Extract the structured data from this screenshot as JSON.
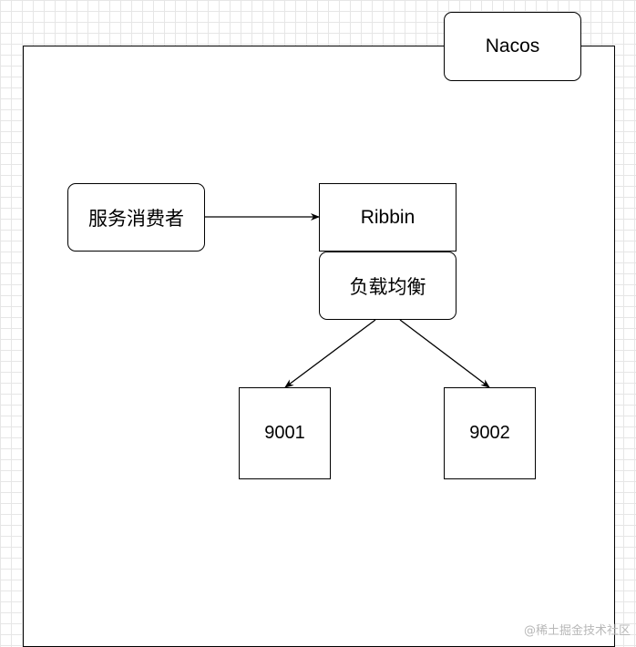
{
  "diagram": {
    "container_label": "Nacos",
    "consumer_label": "服务消费者",
    "ribbin_label": "Ribbin",
    "load_balance_label": "负载均衡",
    "server_1_label": "9001",
    "server_2_label": "9002"
  },
  "watermark": "@稀土掘金技术社区",
  "colors": {
    "stroke": "#000000",
    "fill": "#ffffff",
    "grid": "#e6e6e6"
  }
}
